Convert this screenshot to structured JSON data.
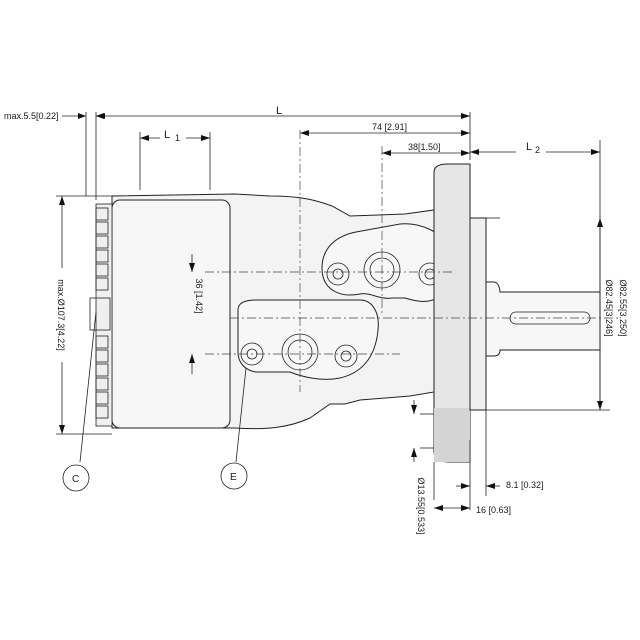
{
  "labels": {
    "max_offset": "max.5.5[0.22]",
    "L": "L",
    "L1_letter": "L",
    "L1_sub": "1",
    "L2_letter": "L",
    "L2_sub": "2",
    "d74": "74 [2.91]",
    "d38": "38[1.50]",
    "d36": "36 [1.42]",
    "body_dia": "max.Ø107.3[4.22]",
    "pilot_dia": "Ø82.55[3.250]",
    "pilot_dia2": "Ø82.45[3.246]",
    "d81": "8.1 [0.32]",
    "d16": "16 [0.63]",
    "hole_dia": "Ø13.55[0.533]",
    "callout_c": "C",
    "callout_e": "E"
  },
  "colors": {
    "body_fill": "#f3f3f3",
    "flange_fill": "#e6e6e6",
    "line": "#222222"
  }
}
